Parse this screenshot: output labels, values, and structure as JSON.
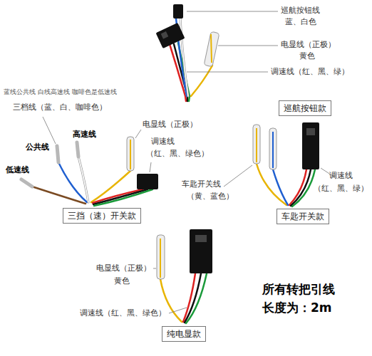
{
  "diagram": {
    "nodes": [
      {
        "text": [
          "巡航按钮款"
        ]
      },
      {
        "text": [
          "三挡（速）开关款"
        ]
      },
      {
        "text": [
          "车匙开关款"
        ]
      },
      {
        "text": [
          "纯电显款"
        ]
      }
    ],
    "labels": [
      "巡航按钮线",
      "蓝、白色",
      "电显线（正极）",
      "黄色",
      "调速线（红、黑、绿）",
      "蓝线公共线 白线高速线 咖啡色是低速线",
      "三档线（蓝、白、咖啡色）",
      "高速线",
      "公共线",
      "低速线",
      "电显线（正极）",
      "调速线",
      "（红、黑、绿色）",
      "车匙开关线",
      "（黄、蓝色）",
      "调速线",
      "（红、黑、绿）",
      "电显线（正极）",
      "黄色",
      "调速线（红、黑、绿色）",
      "所有转把引线",
      "长度为：2m"
    ]
  }
}
